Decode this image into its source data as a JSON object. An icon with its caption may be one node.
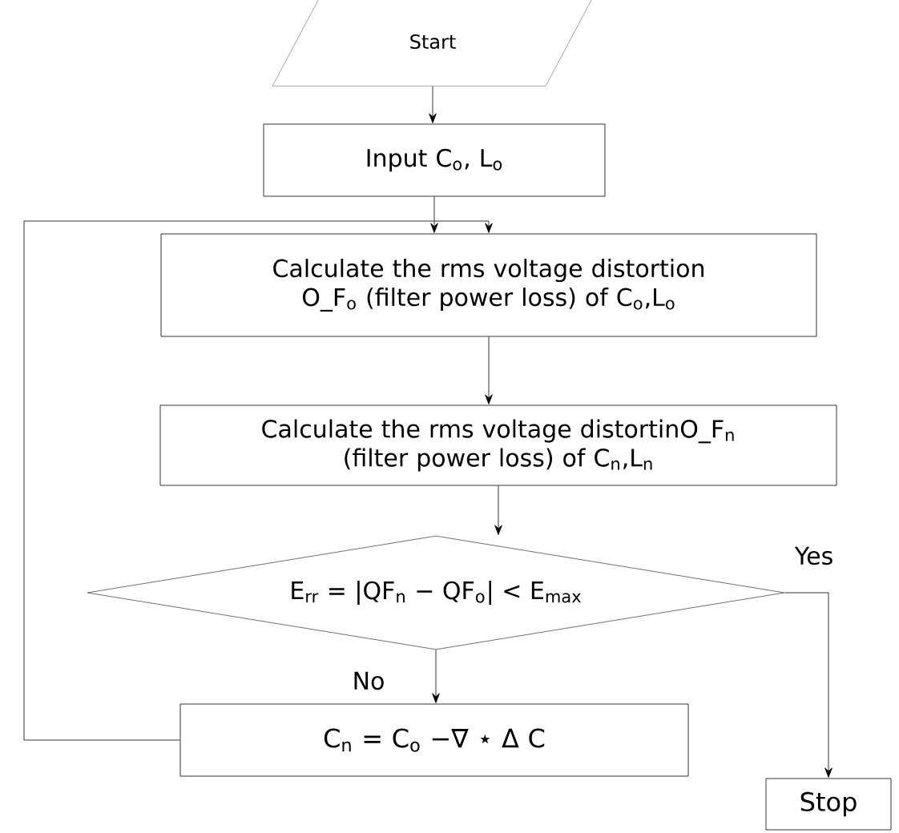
{
  "diagram": {
    "nodes": [
      {
        "text": [
          "Start"
        ]
      },
      {
        "text": [
          "Input C$_{o}$, L$_{o}$"
        ]
      },
      {
        "text": [
          "Calculate the rms voltage distortion O_F$_{o}$ (filter power loss) of C$_{o}$,L$_{o}$"
        ]
      },
      {
        "text": [
          "Calculate the rms voltage distortinO_F$_{n}$ (filter power loss) of C$_{n}$,L$_{n}$"
        ]
      },
      {
        "text": [
          "E$_{rr}$ = |QF$_{n}$ − QF$_{o}$| < E$_{max}$"
        ]
      },
      {
        "text": [
          "C$_{n}$ = C$_{o}$ −∇ ⋆ Δ C"
        ]
      },
      {
        "text": [
          "Stop"
        ]
      }
    ],
    "edges": [
      {
        "from": 0,
        "to": 1,
        "arrow": "to"
      },
      {
        "from": 1,
        "to": 2,
        "arrow": "to"
      },
      {
        "from": 2,
        "to": 3,
        "arrow": "to"
      },
      {
        "from": 3,
        "to": 4,
        "arrow": "to"
      },
      {
        "from": 4,
        "to": 6,
        "arrow": "to",
        "label": "Yes"
      },
      {
        "from": 4,
        "to": 5,
        "arrow": "to",
        "label": "No"
      },
      {
        "from": 5,
        "to": 2,
        "arrow": "to"
      }
    ]
  }
}
